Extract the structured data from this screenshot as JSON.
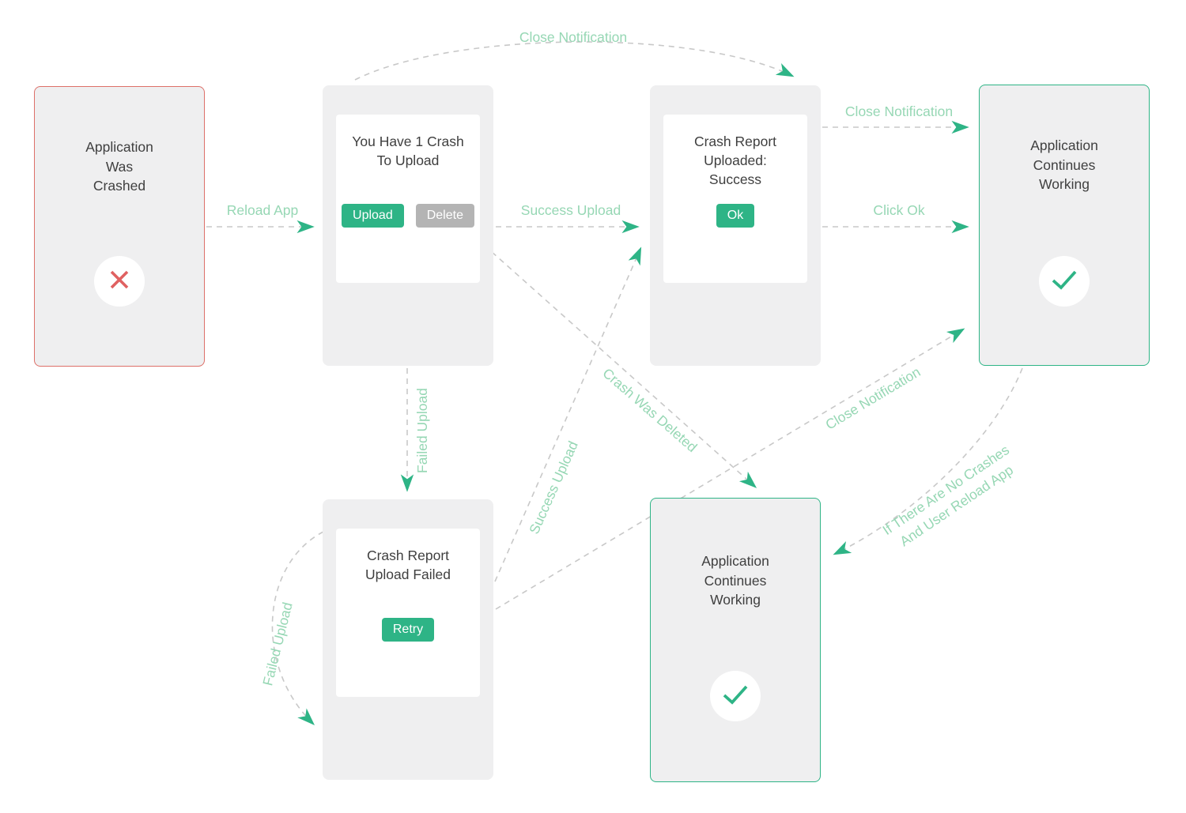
{
  "palette": {
    "accent_green": "#2eb486",
    "label_green": "#96d7b4",
    "error_red": "#dd7069",
    "error_icon_red": "#e06161",
    "box_fill": "#efeff0",
    "card_fill": "#ffffff",
    "line_gray": "#c8c8c8",
    "delete_gray": "#b4b4b4",
    "text_dark": "#3f3f3f"
  },
  "nodes": {
    "app_crashed": {
      "title": "Application\nWas\nCrashed",
      "icon": "error-x-icon"
    },
    "crash_to_upload": {
      "title": "You Have 1 Crash\nTo Upload",
      "upload_button": "Upload",
      "delete_button": "Delete"
    },
    "upload_success": {
      "title": "Crash Report\nUploaded:\nSuccess",
      "ok_button": "Ok"
    },
    "app_working_top": {
      "title": "Application\nContinues\nWorking",
      "icon": "success-check-icon"
    },
    "upload_failed": {
      "title": "Crash Report\nUpload Failed",
      "retry_button": "Retry"
    },
    "app_working_bottom": {
      "title": "Application\nContinues\nWorking",
      "icon": "success-check-icon"
    }
  },
  "edges": {
    "reload_app": "Reload App",
    "close_notification_top": "Close Notification",
    "success_upload": "Success Upload",
    "close_notification_right": "Close Notification",
    "click_ok": "Click Ok",
    "failed_upload": "Failed Upload",
    "crash_was_deleted": "Crash Was Deleted",
    "success_upload_diagonal": "Success Upload",
    "close_notification_diagonal": "Close Notification",
    "no_crashes_reload": "If There Are No Crashes\nAnd User Reload App",
    "failed_upload_loop": "Failed Upload"
  }
}
